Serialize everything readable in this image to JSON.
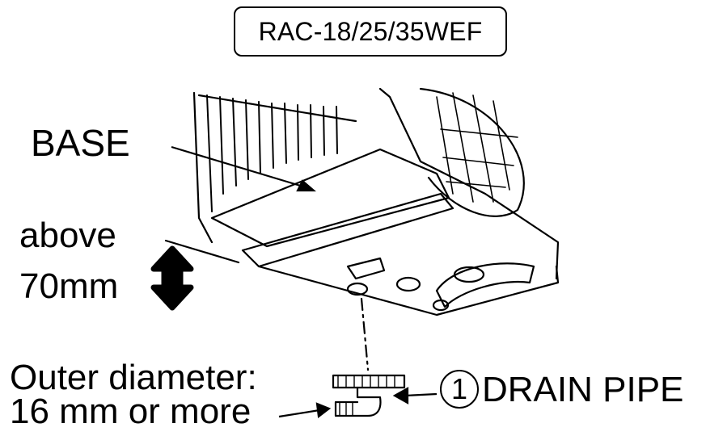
{
  "model_label": "RAC-18/25/35WEF",
  "labels": {
    "base": "BASE",
    "height_line1": "above",
    "height_line2": "70mm",
    "diameter_line1": "Outer diameter:",
    "diameter_line2": "16 mm or more",
    "part_number": "1",
    "part_name": "DRAIN PIPE"
  },
  "icons": [
    "up-down-arrow-icon",
    "arrow-icon"
  ]
}
